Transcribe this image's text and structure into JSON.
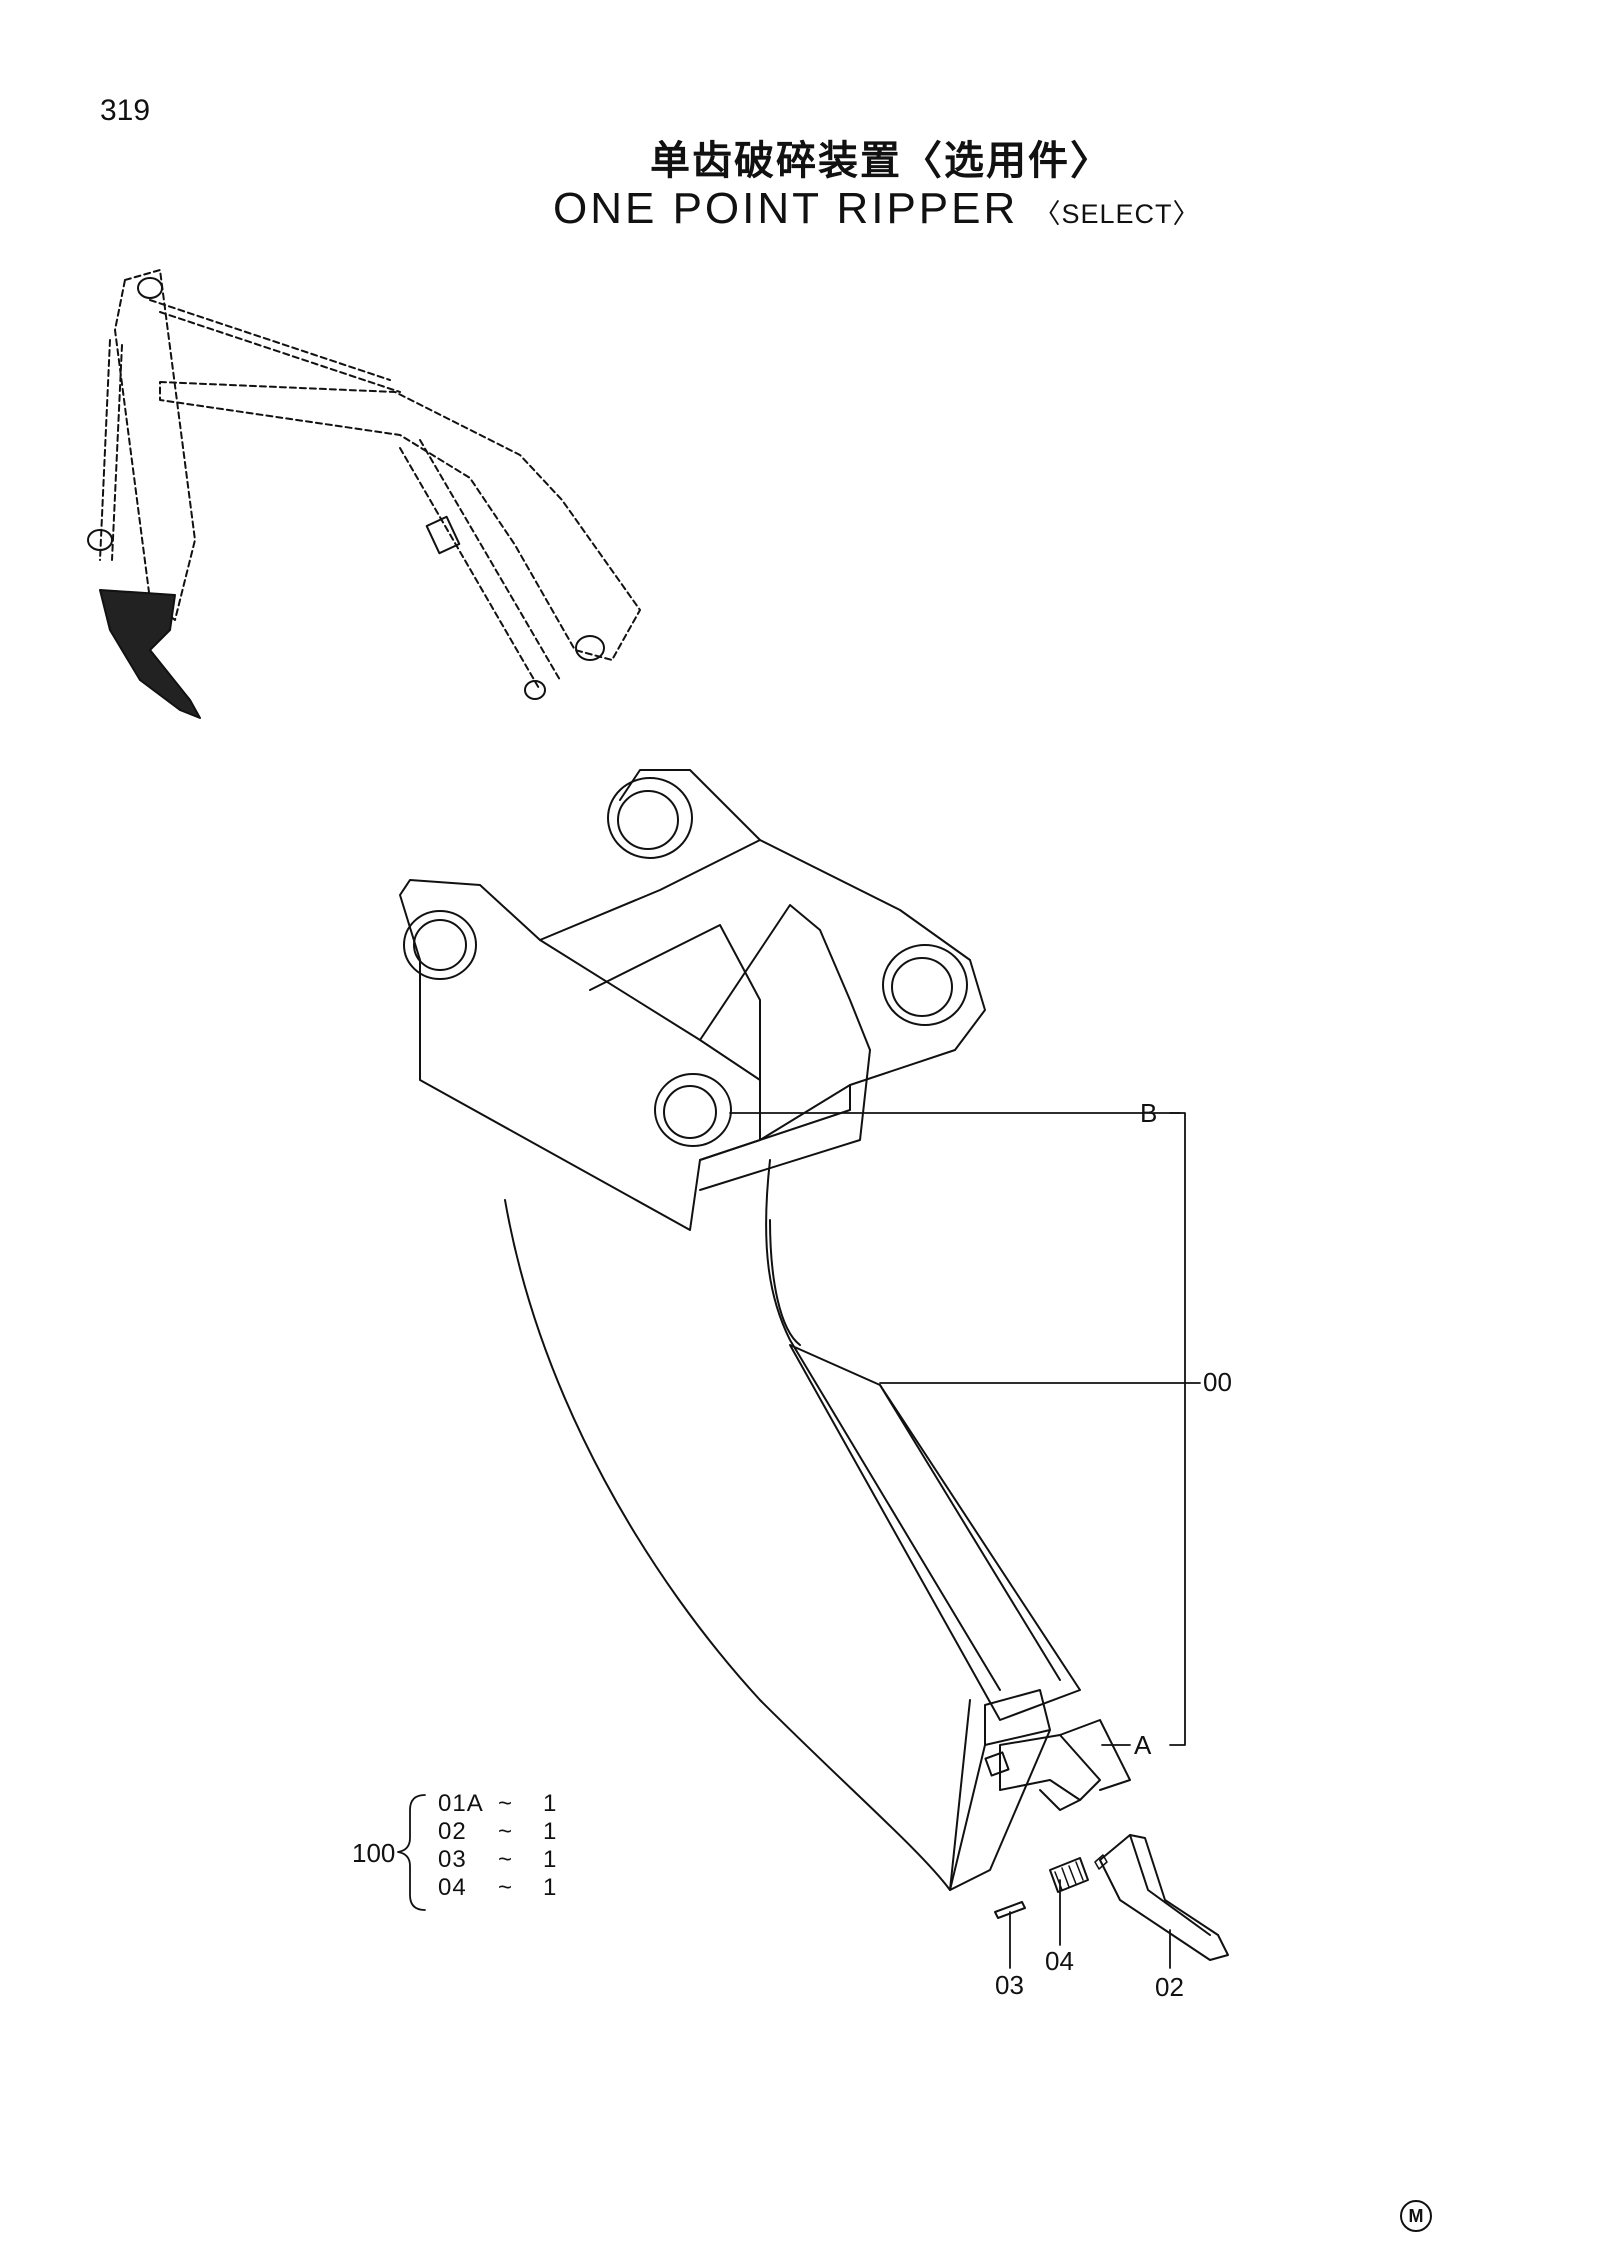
{
  "page_number": "319",
  "title_cn": "单齿破碎装置〈选用件〉",
  "title_en": "ONE POINT RIPPER",
  "title_en_select": "〈SELECT〉",
  "callouts": {
    "b": "B",
    "a": "A",
    "p00": "00",
    "p03": "03",
    "p04": "04",
    "p02": "02"
  },
  "parts_set": {
    "number": "100",
    "rows": [
      {
        "part": "01A",
        "sep": "~",
        "qty": "1"
      },
      {
        "part": "02",
        "sep": "~",
        "qty": "1"
      },
      {
        "part": "03",
        "sep": "~",
        "qty": "1"
      },
      {
        "part": "04",
        "sep": "~",
        "qty": "1"
      }
    ]
  },
  "corner_mark": "M"
}
